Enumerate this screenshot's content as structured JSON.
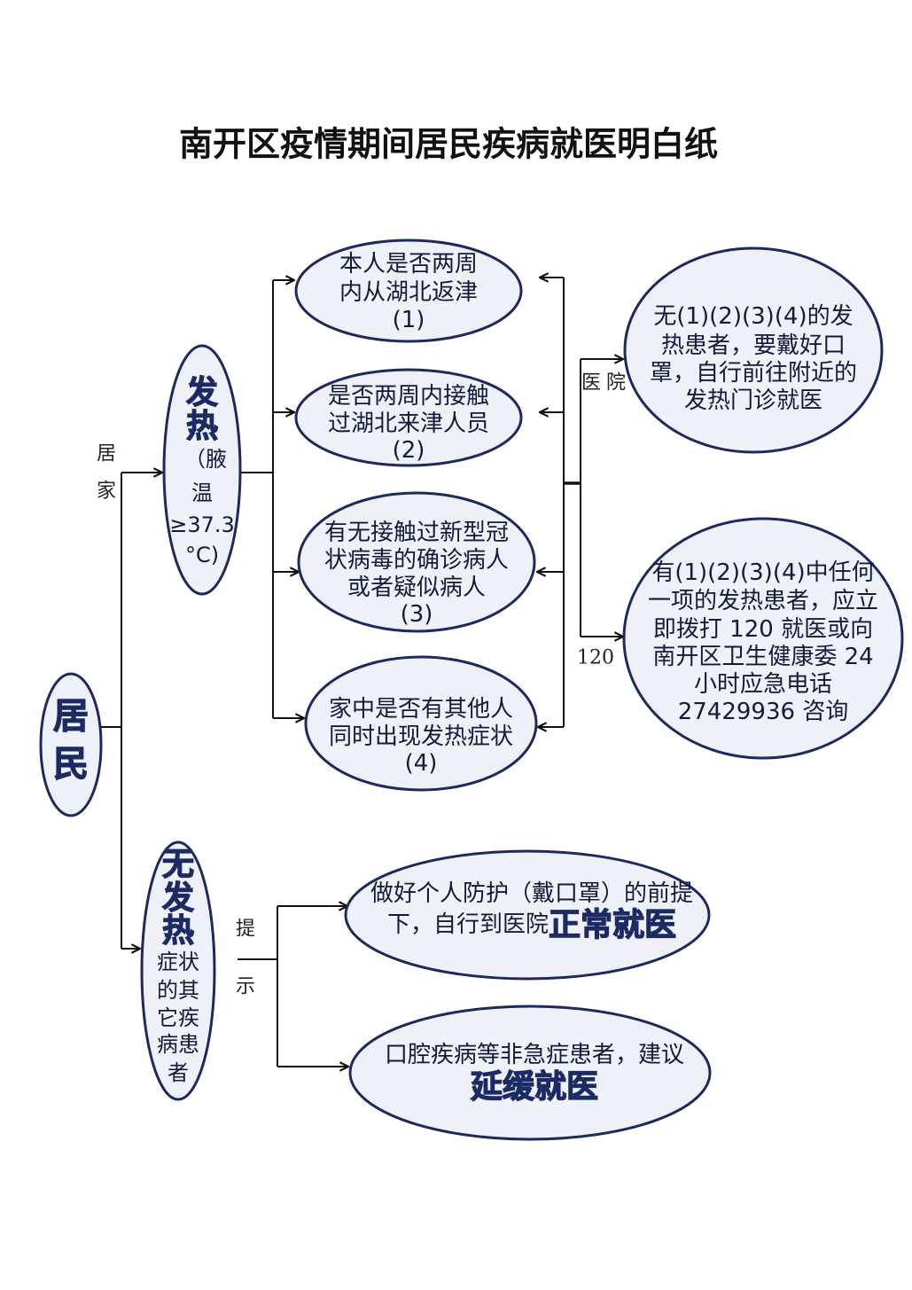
{
  "title": "南开区疫情期间居民疾病就医明白纸",
  "resident": {
    "chars": [
      "居",
      "民"
    ]
  },
  "fever": {
    "title_chars": [
      "发",
      "热"
    ],
    "lines": [
      "（腋",
      "温",
      "≥37.3",
      "°C)"
    ]
  },
  "no_fever": {
    "title_chars": [
      "无",
      "发",
      "热"
    ],
    "lines": [
      "症状",
      "的其",
      "它疾",
      "病患",
      "者"
    ]
  },
  "questions": [
    {
      "lines": [
        "本人是否两周",
        "内从湖北返津",
        "(1)"
      ]
    },
    {
      "lines": [
        "是否两周内接触",
        "过湖北来津人员",
        "(2)"
      ]
    },
    {
      "lines": [
        "有无接触过新型冠",
        "状病毒的确诊病人",
        "或者疑似病人",
        "(3)"
      ]
    },
    {
      "lines": [
        "家中是否有其他人",
        "同时出现发热症状",
        "(4)"
      ]
    }
  ],
  "outcomes": {
    "none": {
      "lines": [
        "无(1)(2)(3)(4)的发",
        "热患者，要戴好口",
        "罩，自行前往附近的",
        "发热门诊就医"
      ]
    },
    "any": {
      "lines": [
        "有(1)(2)(3)(4)中任何",
        "一项的发热患者，应立",
        "即拨打 120 就医或向",
        "南开区卫生健康委 24",
        "小时应急电话",
        "27429936 咨询"
      ]
    }
  },
  "advice": {
    "normal": {
      "line1": "做好个人防护（戴口罩）的前提",
      "line2": "下，自行到医院",
      "emphasis": "正常就医"
    },
    "delay": {
      "line1": "口腔疾病等非急症患者，建议",
      "emphasis": "延缓就医"
    }
  },
  "edge_labels": {
    "home": [
      "居",
      "家"
    ],
    "hospital": "医院",
    "emergency": "120",
    "hint": [
      "提",
      "示"
    ]
  },
  "colors": {
    "ellipse_stroke": "#1e2a5e",
    "ellipse_fill": "#eef2f8",
    "text": "#141a3a",
    "emphasis": "#1c2b63"
  }
}
